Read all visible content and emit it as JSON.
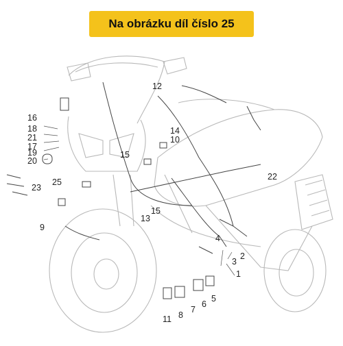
{
  "banner": {
    "text": "Na obrázku díl číslo 25"
  },
  "colors": {
    "banner_bg": "#f4c21b",
    "line": "#b8b8b8",
    "wire": "#444444"
  },
  "callouts": [
    "1",
    "2",
    "3",
    "4",
    "5",
    "6",
    "7",
    "8",
    "9",
    "10",
    "11",
    "12",
    "13",
    "14",
    "15",
    "15",
    "16",
    "17",
    "18",
    "19",
    "20",
    "21",
    "22",
    "23",
    "25"
  ]
}
